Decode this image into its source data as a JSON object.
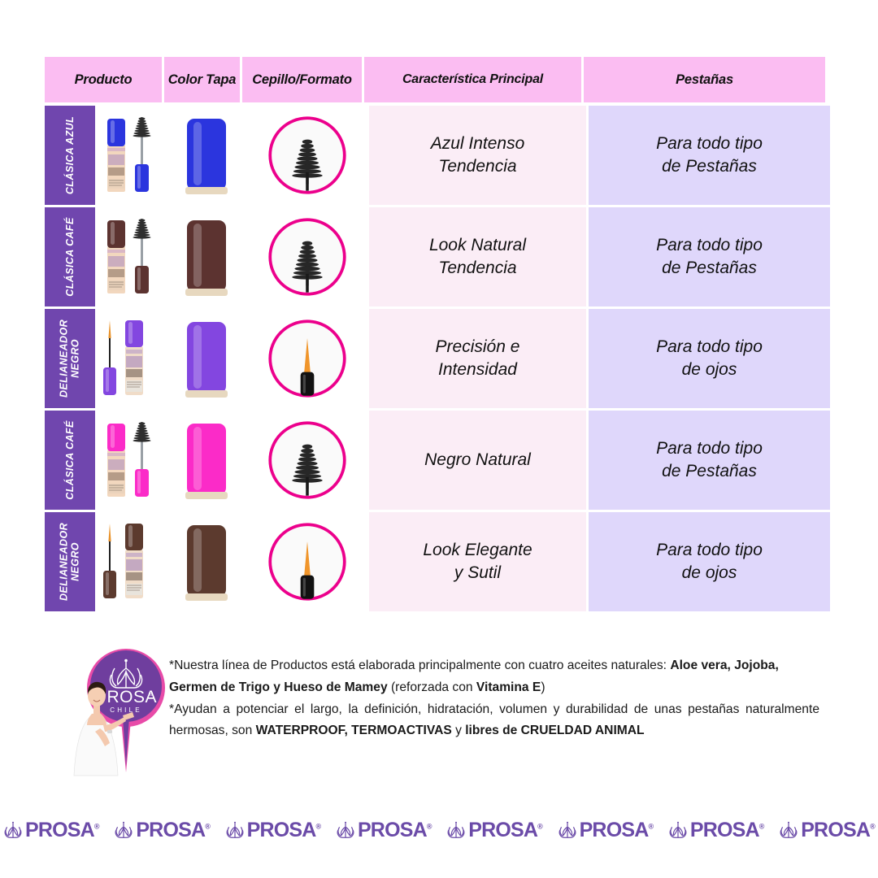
{
  "table": {
    "headers": [
      {
        "id": "producto",
        "label": "Producto"
      },
      {
        "id": "color-tapa",
        "label": "Color Tapa"
      },
      {
        "id": "cepillo-formato",
        "label": "Cepillo/Formato"
      },
      {
        "id": "caracteristica-principal",
        "label": "Característica Principal"
      },
      {
        "id": "pestanas",
        "label": "Pestañas"
      }
    ],
    "rows": [
      {
        "label": "CLÁSICA AZUL",
        "label_lines": [
          "CLÁSICA AZUL"
        ],
        "product_type": "mascara",
        "cap_color": "#2B35DE",
        "tube_color": "#2B35DE",
        "brush_type": "spiral-brush",
        "feature": "Azul Intenso\nTendencia",
        "feature_line1": "Azul Intenso",
        "feature_line2": "Tendencia",
        "lashes": "Para todo tipo\nde Pestañas",
        "lashes_line1": "Para todo tipo",
        "lashes_line2": "de Pestañas"
      },
      {
        "label": "CLÁSICA CAFÉ",
        "label_lines": [
          "CLÁSICA CAFÉ"
        ],
        "product_type": "mascara",
        "cap_color": "#5C3330",
        "tube_color": "#5C3330",
        "brush_type": "spiral-brush",
        "feature": "Look Natural\nTendencia",
        "feature_line1": "Look Natural",
        "feature_line2": "Tendencia",
        "lashes": "Para todo tipo\nde Pestañas",
        "lashes_line1": "Para todo tipo",
        "lashes_line2": "de Pestañas"
      },
      {
        "label": "DELIANEADOR NEGRO",
        "label_lines": [
          "DELIANEADOR",
          "NEGRO"
        ],
        "product_type": "eyeliner",
        "cap_color": "#8346E0",
        "tube_color": "#8346E0",
        "brush_type": "fine-liner-tip",
        "feature": "Precisión e\nIntensidad",
        "feature_line1": "Precisión e",
        "feature_line2": "Intensidad",
        "lashes": "Para todo tipo\nde ojos",
        "lashes_line1": "Para todo tipo",
        "lashes_line2": "de ojos"
      },
      {
        "label": "CLÁSICA CAFÉ",
        "label_lines": [
          "CLÁSICA CAFÉ"
        ],
        "product_type": "mascara",
        "cap_color": "#FB2BC8",
        "tube_color": "#FB2BC8",
        "brush_type": "spiral-brush",
        "feature": "Negro Natural",
        "feature_line1": "Negro Natural",
        "feature_line2": "",
        "lashes": "Para todo tipo\nde Pestañas",
        "lashes_line1": "Para todo tipo",
        "lashes_line2": "de Pestañas"
      },
      {
        "label": "DELIANEADOR NEGRO",
        "label_lines": [
          "DELIANEADOR",
          "NEGRO"
        ],
        "product_type": "eyeliner",
        "cap_color": "#5C3A2E",
        "tube_color": "#5C3A2E",
        "brush_type": "fine-liner-tip",
        "feature": "Look Elegante\ny Sutil",
        "feature_line1": "Look Elegante",
        "feature_line2": "y Sutil",
        "lashes": "Para todo tipo\nde ojos",
        "lashes_line1": "Para todo tipo",
        "lashes_line2": "de ojos"
      }
    ]
  },
  "footer": {
    "line1_pre": "*Nuestra línea de Productos está elaborada principalmente con cuatro aceites naturales: ",
    "line1_bold": "Aloe vera, Jojoba, Germen de Trigo y Hueso de Mamey",
    "line1_mid": " (reforzada con ",
    "line1_bold2": "Vitamina E",
    "line1_end": ")",
    "line2_pre": "*Ayudan a potenciar el largo, la definición, hidratación, volumen y durabilidad de unas pestañas naturalmente hermosas, son ",
    "line2_bold": "WATERPROOF, TERMOACTIVAS",
    "line2_mid": " y ",
    "line2_bold2": "libres de CRUELDAD ANIMAL"
  },
  "logo_badge": {
    "brand": "PROSA",
    "country": "CHILE",
    "registered": "®",
    "icon": "crown-lotus-icon"
  },
  "logo_strip": {
    "count": 8,
    "brand": "PROSA",
    "registered": "®",
    "icon": "crown-lotus-icon"
  },
  "colors": {
    "header_pink": "#FBBDF2",
    "label_purple": "#7046AE",
    "feature_pink": "#FBEDF6",
    "lash_lavender": "#DFD7FB",
    "ring_magenta": "#EC008C",
    "brand_purple": "#6B4BA8",
    "badge_purple": "#6F3E9E"
  }
}
